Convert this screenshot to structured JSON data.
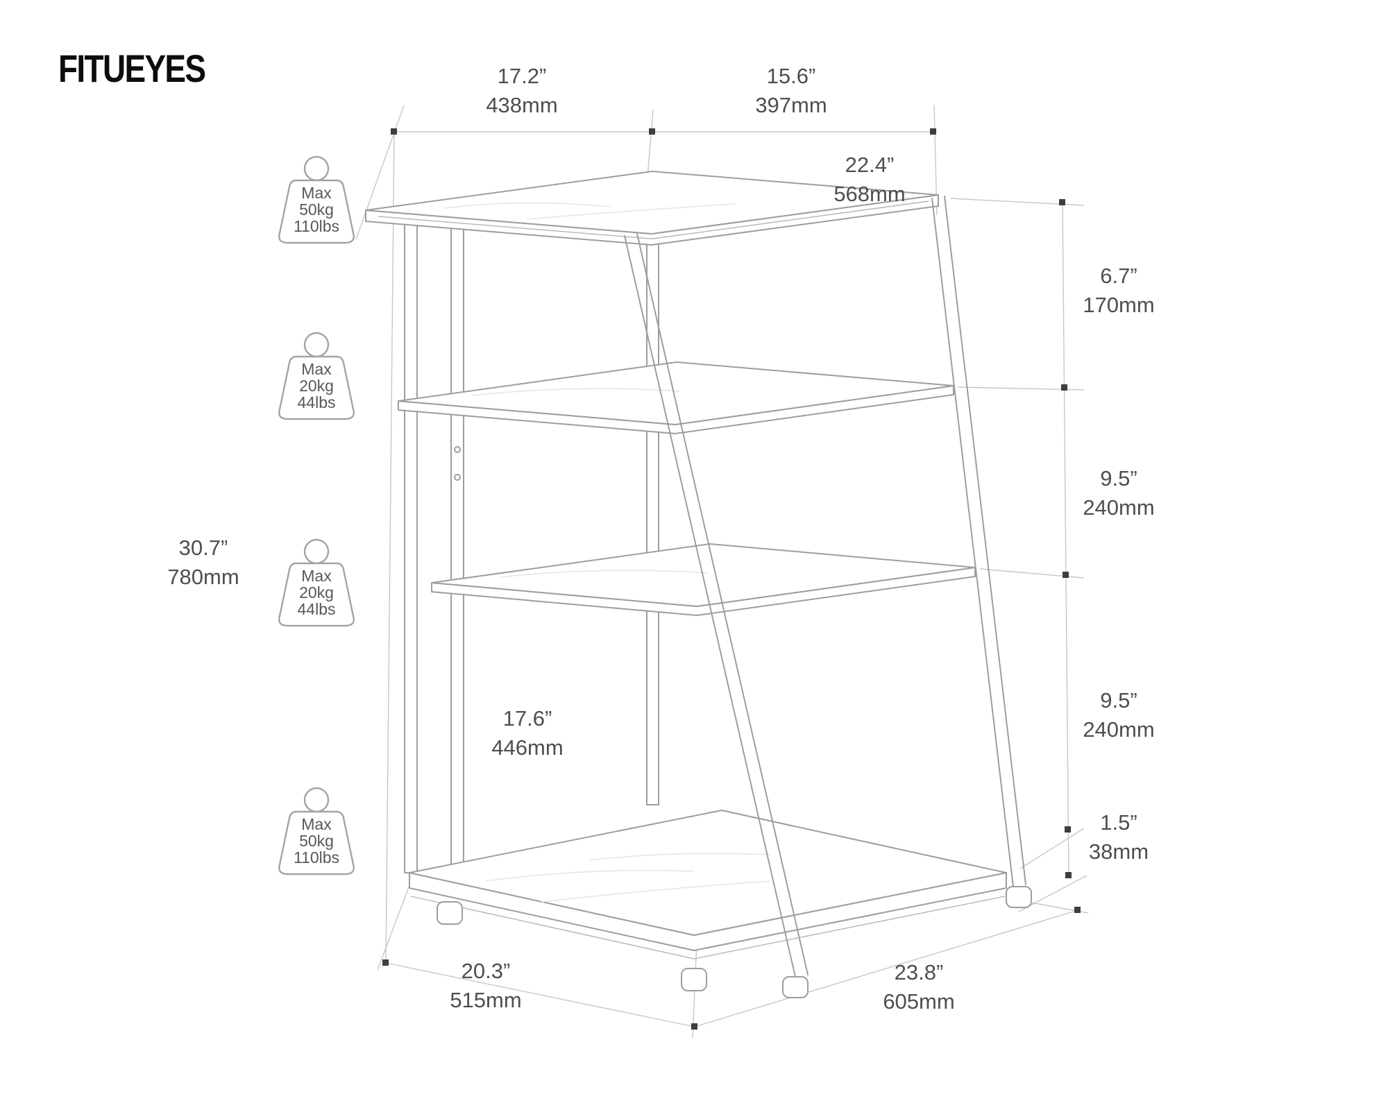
{
  "logo": {
    "text": "FITUEYES"
  },
  "dims": {
    "top_width": {
      "in": "17.2”",
      "mm": "438mm"
    },
    "top_depth": {
      "in": "15.6”",
      "mm": "397mm"
    },
    "top_panel": {
      "in": "22.4”",
      "mm": "568mm"
    },
    "tier1_gap": {
      "in": "6.7”",
      "mm": "170mm"
    },
    "tier2_gap": {
      "in": "9.5”",
      "mm": "240mm"
    },
    "tier3_gap": {
      "in": "9.5”",
      "mm": "240mm"
    },
    "base_height": {
      "in": "1.5”",
      "mm": "38mm"
    },
    "total_height": {
      "in": "30.7”",
      "mm": "780mm"
    },
    "middle_shelf_depth": {
      "in": "17.6”",
      "mm": "446mm"
    },
    "bottom_width": {
      "in": "20.3”",
      "mm": "515mm"
    },
    "bottom_depth": {
      "in": "23.8”",
      "mm": "605mm"
    }
  },
  "badges": [
    {
      "lines": [
        "Max",
        "50kg",
        "110lbs"
      ]
    },
    {
      "lines": [
        "Max",
        "20kg",
        "44lbs"
      ]
    },
    {
      "lines": [
        "Max",
        "20kg",
        "44lbs"
      ]
    },
    {
      "lines": [
        "Max",
        "50kg",
        "110lbs"
      ]
    }
  ],
  "colors": {
    "background": "#ffffff",
    "drawing_line": "#9d9d9d",
    "dimension_line": "#c7c7c7",
    "marker": "#3e3e3e",
    "dimension_text": "#4e4e4e",
    "logo_text": "#0d0d0d"
  }
}
